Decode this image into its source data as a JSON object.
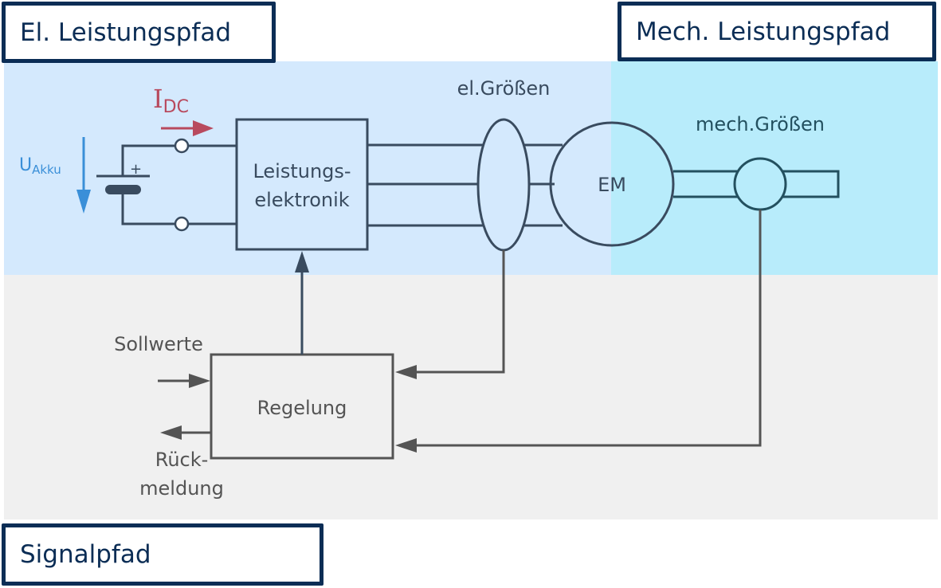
{
  "regions": {
    "el_power_path": {
      "title": "El. Leistungspfad",
      "color": "#d4e9fd"
    },
    "mech_power_path": {
      "title": "Mech. Leistungspfad",
      "color": "#b8ecfb"
    },
    "signal_path": {
      "title": "Signalpfad",
      "color": "#f0f0f0"
    }
  },
  "labels": {
    "current_main": "I",
    "current_sub": "DC",
    "voltage_main": "U",
    "voltage_sub": "Akku",
    "battery_plus": "+",
    "power_electronics_line1": "Leistungs-",
    "power_electronics_line2": "elektronik",
    "el_quantities": "el.Größen",
    "mech_quantities": "mech.Größen",
    "machine": "EM",
    "controller": "Regelung",
    "setpoints": "Sollwerte",
    "feedback_line1": "Rück-",
    "feedback_line2": "meldung"
  },
  "colors": {
    "line_dark": "#394b5f",
    "line_signal": "#545454",
    "current_arrow": "#b84a5e",
    "voltage_arrow": "#3a8fd8",
    "title_border": "#0b2d55"
  }
}
